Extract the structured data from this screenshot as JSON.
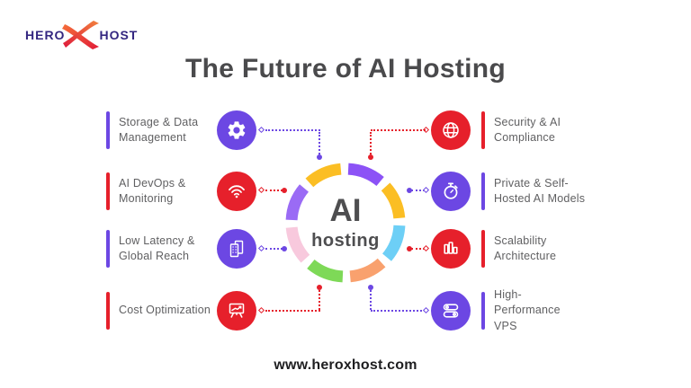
{
  "logo": {
    "word_left": "HERO",
    "word_right": "HOST"
  },
  "title": "The Future of AI Hosting",
  "center": {
    "top": "AI",
    "bottom": "hosting"
  },
  "footer": {
    "url_label": "www.heroxhost.com"
  },
  "colors": {
    "purple": "#6c47e3",
    "red": "#e6202b",
    "logo_navy": "#332680",
    "logo_x_gradient": [
      "#f5703a",
      "#e11b38"
    ],
    "title_gray": "#4a4a4c",
    "label_gray": "#606062",
    "ring_segments": [
      "#8c52f6",
      "#fbbe24",
      "#6dcff6",
      "#f9a16e",
      "#7ed957",
      "#f8c9dd",
      "#9a6bf5",
      "#fbbe24"
    ]
  },
  "left_items": [
    {
      "label": "Storage & Data Management",
      "icon": "gear-icon",
      "accent": "purple"
    },
    {
      "label": "AI DevOps & Monitoring",
      "icon": "wifi-icon",
      "accent": "red"
    },
    {
      "label": "Low Latency & Global Reach",
      "icon": "checklist-documents-icon",
      "accent": "purple"
    },
    {
      "label": "Cost Optimization",
      "icon": "presentation-chart-icon",
      "accent": "red"
    }
  ],
  "right_items": [
    {
      "label": "Security & AI Compliance",
      "icon": "globe-icon",
      "accent": "red"
    },
    {
      "label": "Private & Self-Hosted AI Models",
      "icon": "stopwatch-icon",
      "accent": "purple"
    },
    {
      "label": "Scalability Architecture",
      "icon": "bar-chart-icon",
      "accent": "red"
    },
    {
      "label": "High-Performance VPS",
      "icon": "servers-icon",
      "accent": "purple"
    }
  ]
}
